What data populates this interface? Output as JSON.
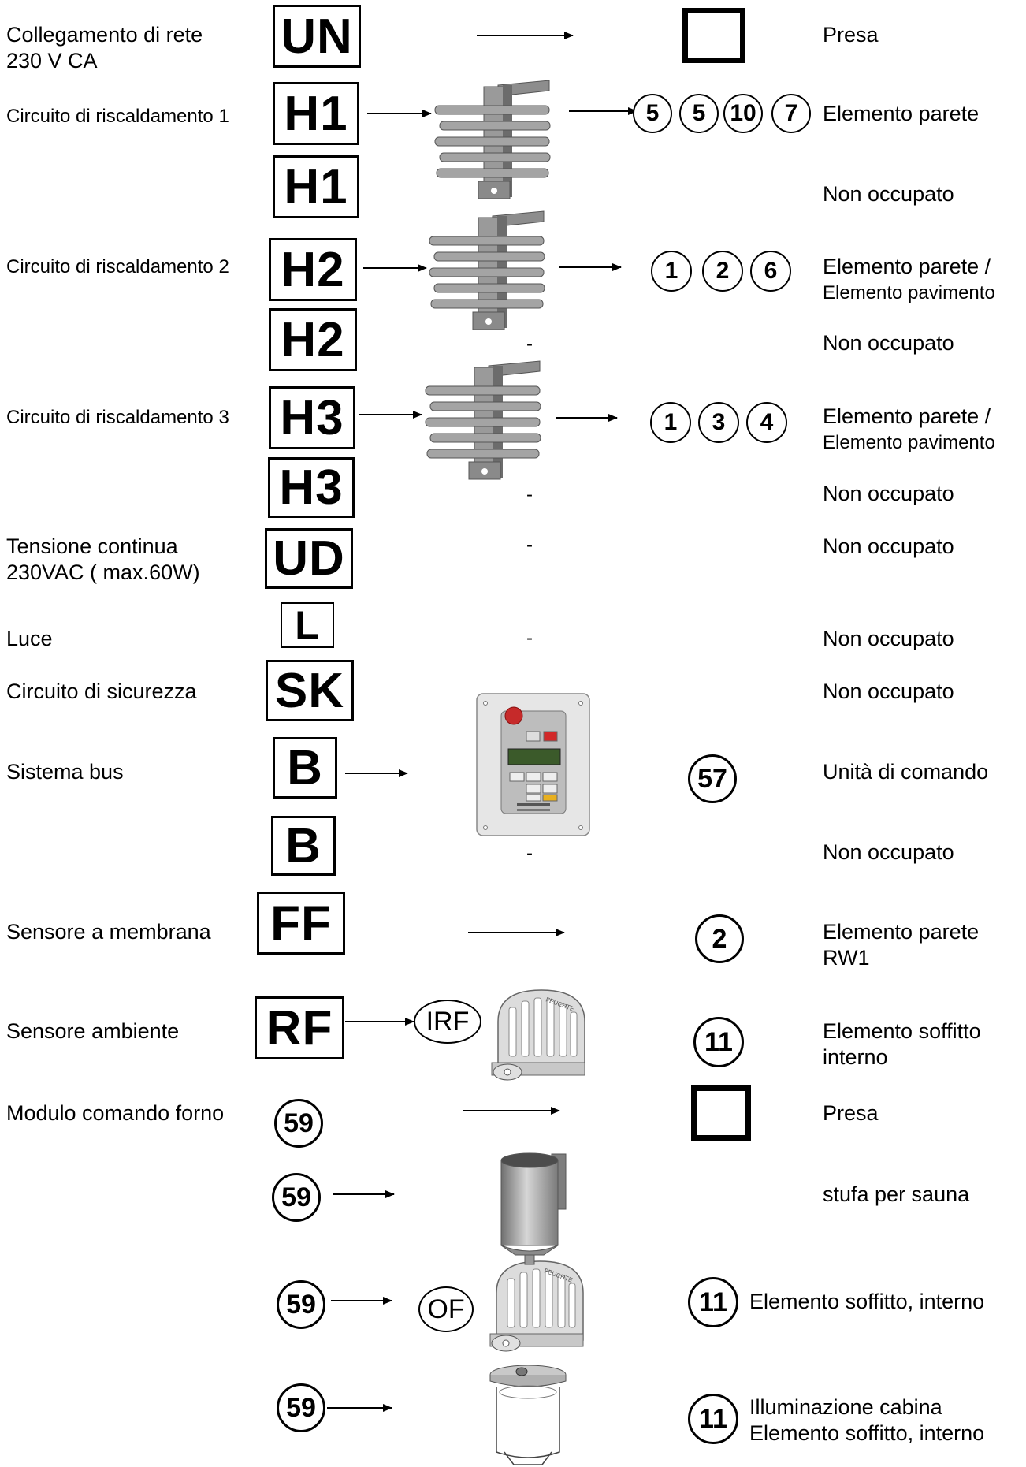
{
  "left_labels": {
    "mains_1": "Collegamento di rete",
    "mains_2": "230 V CA",
    "h1": "Circuito di riscaldamento 1",
    "h2": "Circuito di riscaldamento 2",
    "h3": "Circuito di riscaldamento 3",
    "ud_1": "Tensione continua",
    "ud_2": "230VAC ( max.60W)",
    "luce": "Luce",
    "sk": "Circuito di sicurezza",
    "bus": "Sistema bus",
    "ff": "Sensore a membrana",
    "rf": "Sensore ambiente",
    "oven": "Modulo comando forno"
  },
  "codes": {
    "un": "UN",
    "h1a": "H1",
    "h1b": "H1",
    "h2a": "H2",
    "h2b": "H2",
    "h3a": "H3",
    "h3b": "H3",
    "ud": "UD",
    "l": "L",
    "sk": "SK",
    "ba": "B",
    "bb": "B",
    "ff": "FF",
    "rf": "RF",
    "m1": "59",
    "m2": "59",
    "m3": "59",
    "m4": "59"
  },
  "circles": {
    "h1": [
      "5",
      "5",
      "10",
      "7"
    ],
    "h2": [
      "1",
      "2",
      "6"
    ],
    "h3": [
      "1",
      "3",
      "4"
    ],
    "bus": "57",
    "ff": "2",
    "rf": "11",
    "of": "11",
    "light": "11"
  },
  "ovals": {
    "irf": "IRF",
    "of": "OF"
  },
  "dash": "-",
  "right_labels": {
    "presa1": "Presa",
    "h1": "Elemento parete",
    "h1b": "Non occupato",
    "h2_1": "Elemento parete /",
    "h2_2": "Elemento pavimento",
    "h2b": "Non occupato",
    "h3_1": "Elemento parete /",
    "h3_2": "Elemento pavimento",
    "h3b": "Non occupato",
    "ud": "Non occupato",
    "l": "Non occupato",
    "sk": "Non occupato",
    "bus": "Unità di comando",
    "bb": "Non occupato",
    "ff_1": "Elemento parete",
    "ff_2": "RW1",
    "rf_1": "Elemento soffitto",
    "rf_2": "interno",
    "presa2": "Presa",
    "stove": "stufa per sauna",
    "of": "Elemento soffitto, interno",
    "light_1": "Illuminazione cabina",
    "light_2": "Elemento soffitto, interno"
  },
  "sensor_text": "FEUCHTE"
}
